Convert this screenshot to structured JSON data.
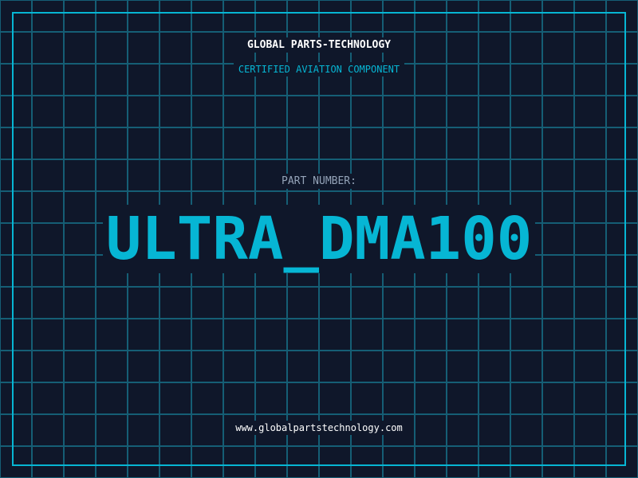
{
  "brand": "GLOBAL PARTS-TECHNOLOGY",
  "subtitle": "CERTIFIED AVIATION COMPONENT",
  "part_label": "PART NUMBER:",
  "part_number": "ULTRA_DMA100",
  "website": "www.globalpartstechnology.com",
  "colors": {
    "background": "#0f172a",
    "accent": "#06b6d4",
    "grid": "#155e75"
  }
}
